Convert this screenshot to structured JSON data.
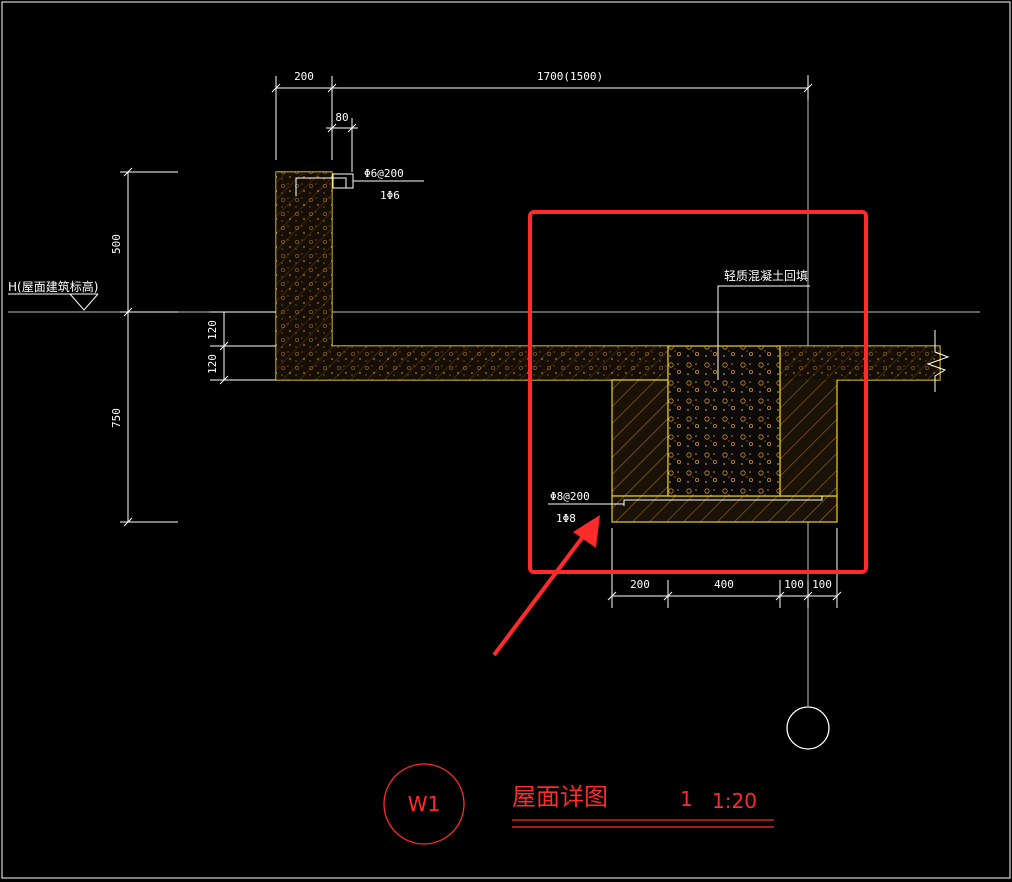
{
  "dimensions": {
    "top_200": "200",
    "top_1700": "1700(1500)",
    "top_80": "80",
    "left_500": "500",
    "left_750": "750",
    "left_120a": "120",
    "left_120b": "120",
    "bottom_200": "200",
    "bottom_400": "400",
    "bottom_100a": "100",
    "bottom_100b": "100"
  },
  "rebar_labels": {
    "top_stirrup": "Φ6@200",
    "top_bar": "1Φ6",
    "bottom_stirrup": "Φ8@200",
    "bottom_bar": "1Φ8"
  },
  "annotations": {
    "elevation_label": "H(屋面建筑标高)",
    "fill_label": "轻质混凝土回填"
  },
  "title_block": {
    "detail_id": "W1",
    "title": "屋面详图",
    "number": "1",
    "scale": "1:20"
  },
  "colors": {
    "background": "#000000",
    "concrete_outline": "#e8d21a",
    "hatch": "#a06a1e",
    "highlight": "#ff2a2a",
    "lines": "#ffffff"
  }
}
